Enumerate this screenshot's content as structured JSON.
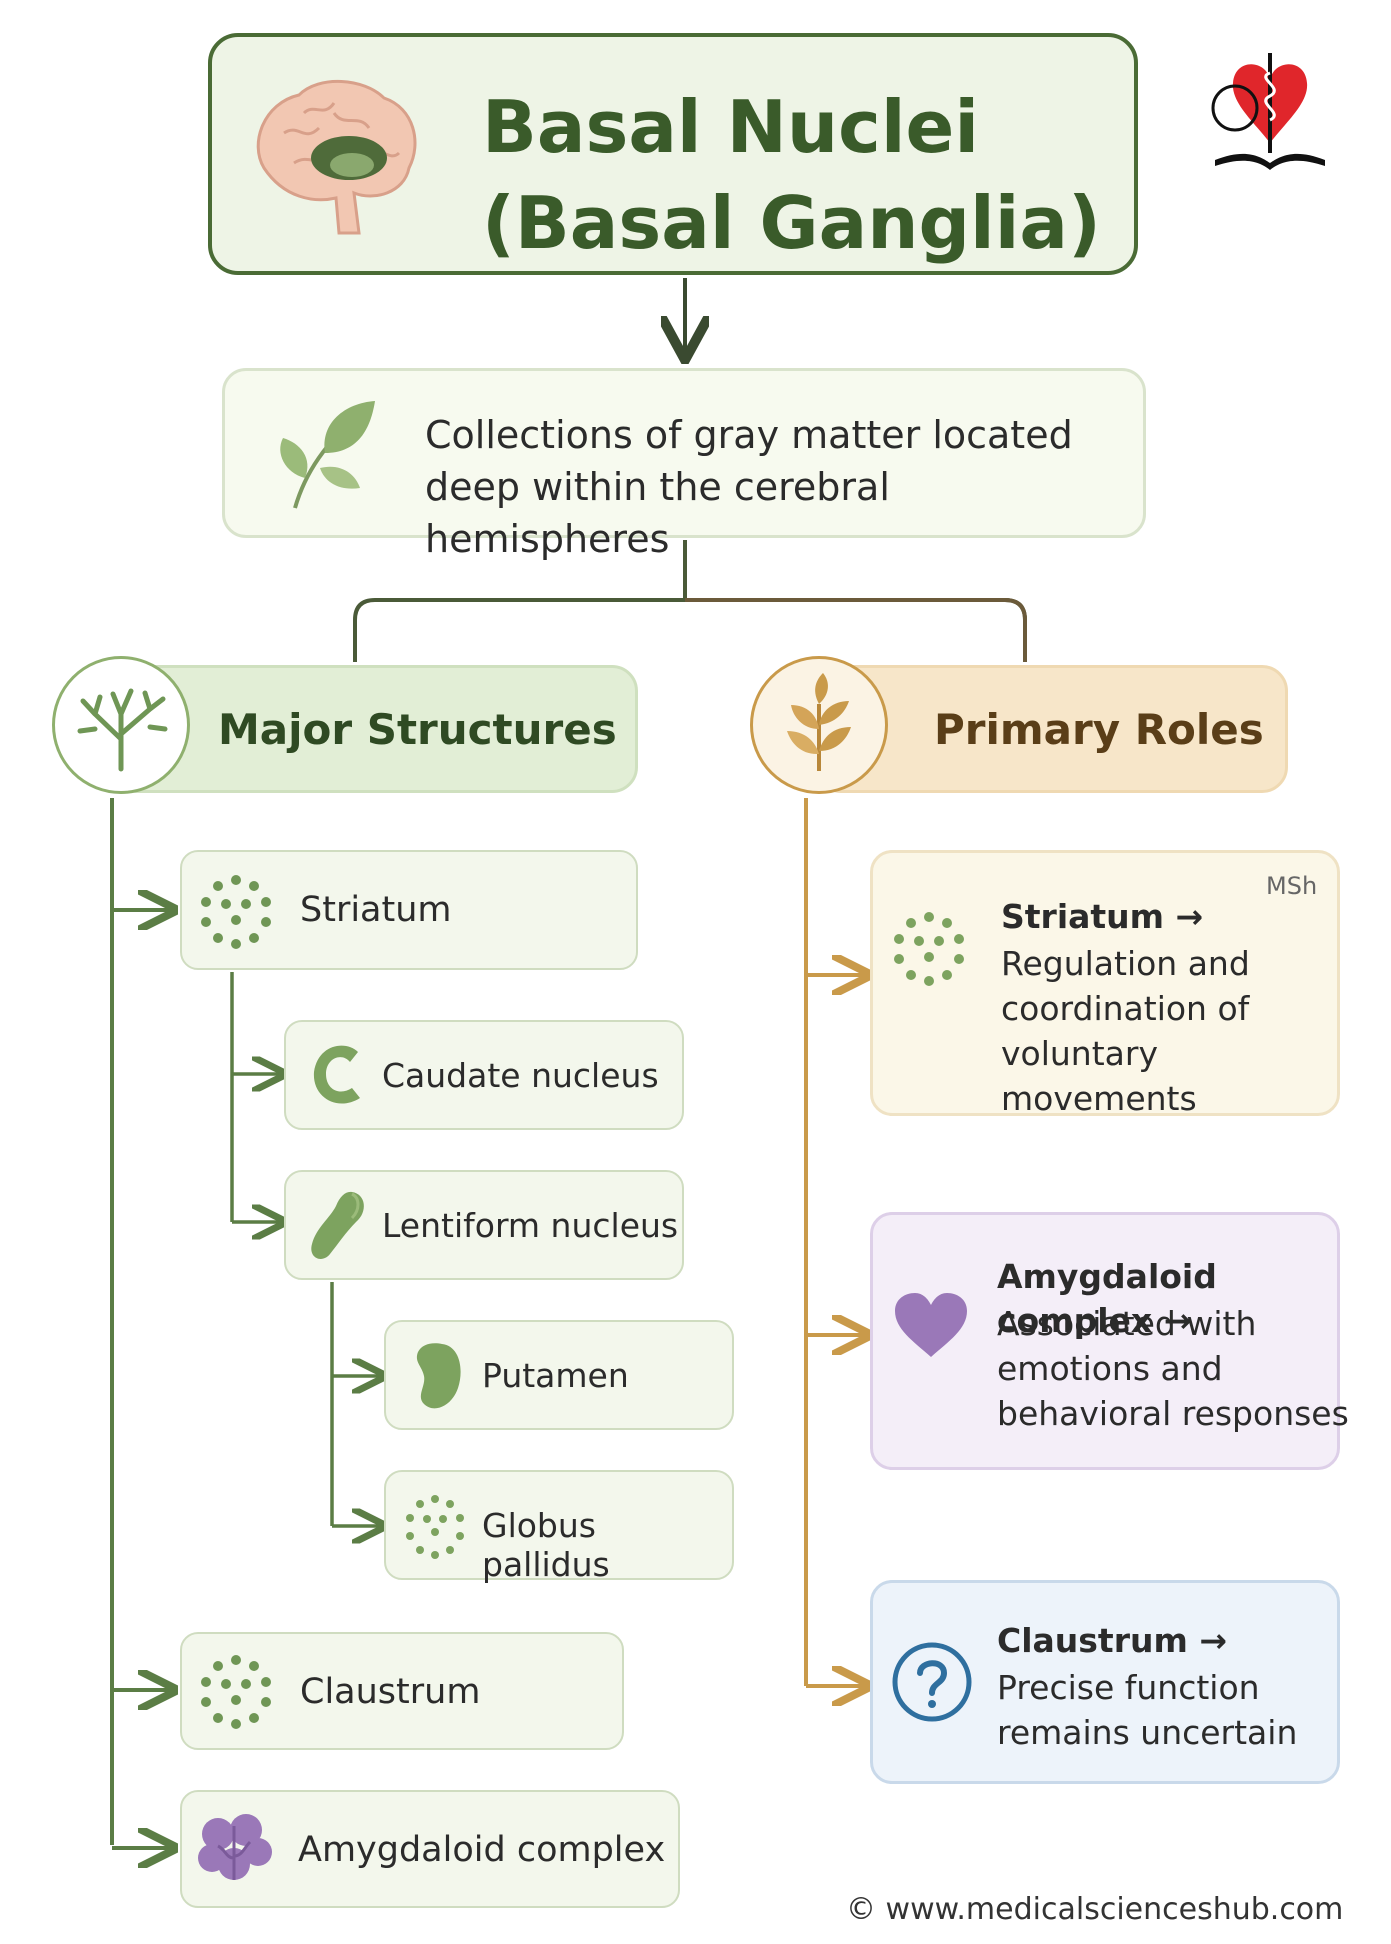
{
  "title": "Basal Nuclei\n(Basal Ganglia)",
  "definition": "Collections of gray matter located deep within the cerebral hemispheres",
  "left_header": "Major Structures",
  "right_header": "Primary Roles",
  "structures": {
    "striatum": "Striatum",
    "caudate": "Caudate nucleus",
    "lentiform": "Lentiform nucleus",
    "putamen": "Putamen",
    "globus": "Globus pallidus",
    "claustrum": "Claustrum",
    "amygdaloid": "Amygdaloid complex"
  },
  "roles": [
    {
      "title": "Striatum →",
      "desc": "Regulation and coordination of voluntary movements"
    },
    {
      "title": "Amygdaloid complex →",
      "desc": "Associated with emotions and behavioral responses"
    },
    {
      "title": "Claustrum →",
      "desc": "Precise function remains uncertain"
    }
  ],
  "watermark": "MSh",
  "footer": "© www.medicalscienceshub.com",
  "colors": {
    "green_dark": "#4a6b35",
    "green_line": "#5b7d45",
    "tan_line": "#c99a4a",
    "purple": "#9a78b8",
    "blue": "#2f6f9f"
  }
}
